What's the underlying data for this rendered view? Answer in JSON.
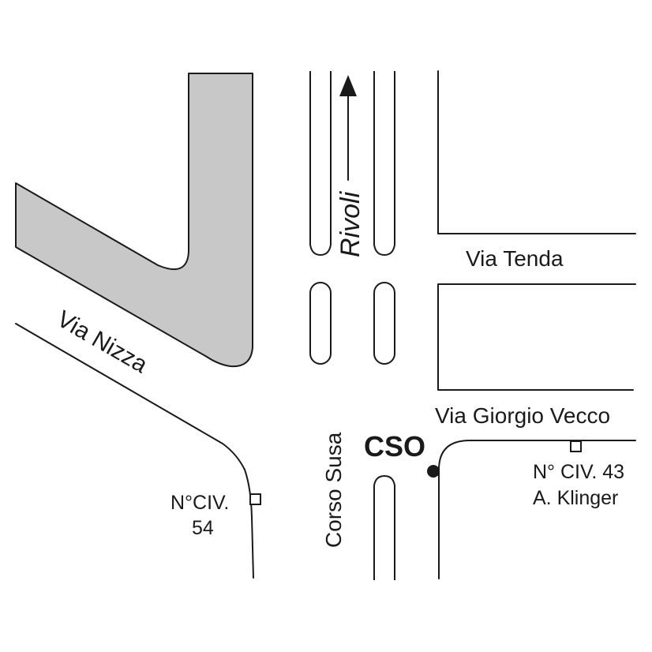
{
  "streets": {
    "rivoli": "Rivoli",
    "via_tenda": "Via Tenda",
    "via_nizza": "Via Nizza",
    "via_giorgio_vecco": "Via Giorgio Vecco",
    "corso_susa": "Corso Susa"
  },
  "markers": {
    "cso": "CSO",
    "civ54_line1": "N°CIV.",
    "civ54_line2": "54",
    "civ43_line1": "N° CIV. 43",
    "civ43_line2": "A. Klinger"
  },
  "colors": {
    "building_fill": "#c8c8c8",
    "line": "#1a1a1a",
    "background": "#ffffff"
  },
  "icons": {
    "direction": "arrow-up-icon",
    "location": "dot-icon",
    "civic_number": "square-icon"
  }
}
